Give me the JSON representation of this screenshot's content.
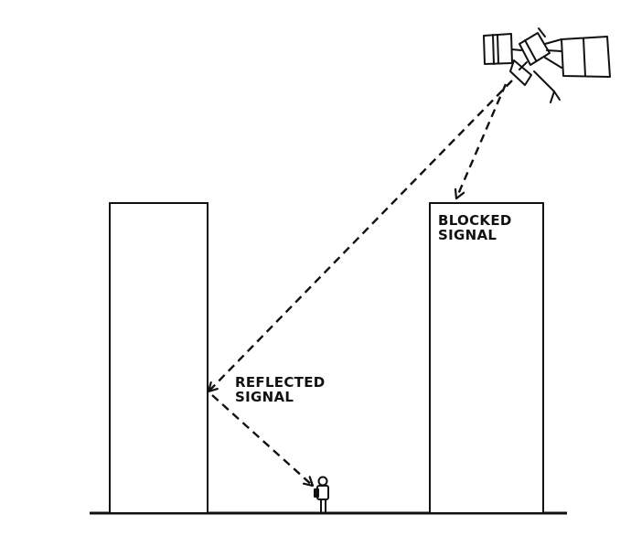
{
  "labels": {
    "blocked_line1": "BLOCKED",
    "blocked_line2": "SIGNAL",
    "reflected_line1": "REFLECTED",
    "reflected_line2": "SIGNAL"
  },
  "colors": {
    "ink": "#111111",
    "background": "#ffffff"
  },
  "icons": [
    "satellite-icon",
    "person-icon"
  ]
}
